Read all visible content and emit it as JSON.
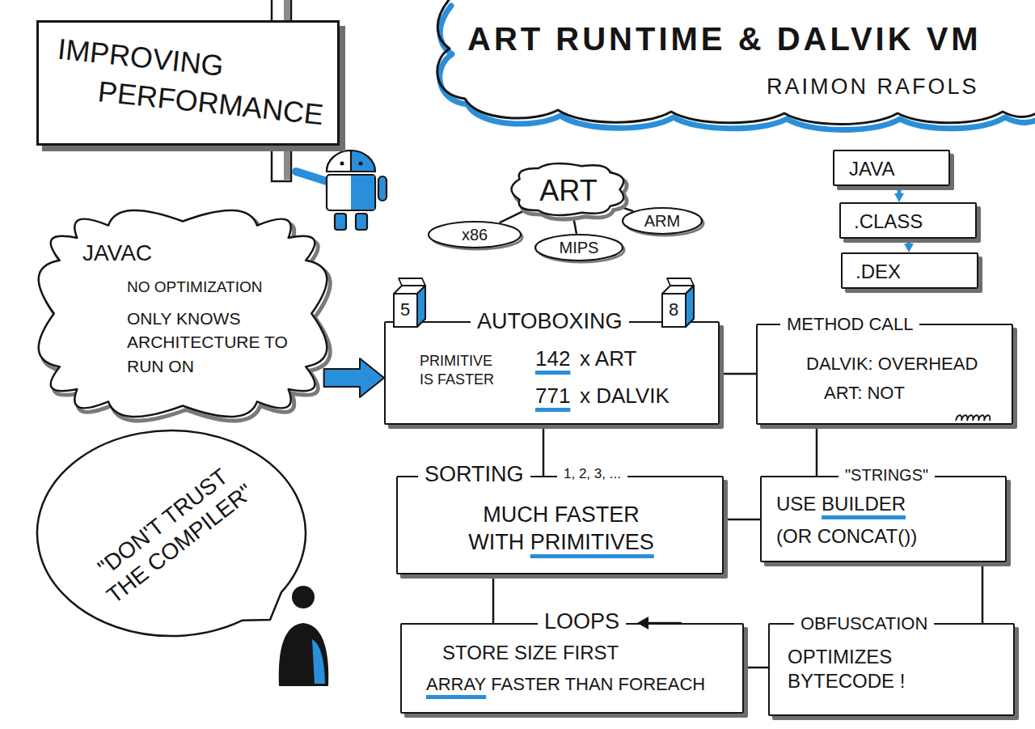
{
  "diagram": {
    "title": "ART RUNTIME & DALVIK VM",
    "nodes": [
      {
        "text": [
          "IMPROVING PERFORMANCE"
        ]
      },
      {
        "text": [
          "ART"
        ]
      },
      {
        "text": [
          "x86"
        ]
      },
      {
        "text": [
          "MIPS"
        ]
      },
      {
        "text": [
          "ARM"
        ]
      },
      {
        "text": [
          "JAVA"
        ]
      },
      {
        "text": [
          ".CLASS"
        ]
      },
      {
        "text": [
          ".DEX"
        ]
      },
      {
        "text": [
          "JAVAC",
          "NO OPTIMIZATION",
          "ONLY KNOWS ARCHITECTURE TO RUN ON"
        ]
      },
      {
        "text": [
          "AUTOBOXING",
          "PRIMITIVE IS FASTER",
          "142",
          "x ART",
          "771",
          "x DALVIK"
        ]
      },
      {
        "text": [
          "5"
        ]
      },
      {
        "text": [
          "8"
        ]
      },
      {
        "text": [
          "METHOD CALL",
          "DALVIK: OVERHEAD",
          "ART: NOT"
        ]
      },
      {
        "text": [
          "SORTING",
          "1, 2, 3, ...",
          "MUCH FASTER WITH",
          "PRIMITIVES"
        ]
      },
      {
        "text": [
          "\"STRINGS\"",
          "USE",
          "BUILDER",
          "(OR CONCAT())"
        ]
      },
      {
        "text": [
          "LOOPS",
          "STORE SIZE FIRST",
          "ARRAY",
          "FASTER THAN FOREACH"
        ]
      },
      {
        "text": [
          "OBFUSCATION",
          "OPTIMIZES BYTECODE !"
        ]
      },
      {
        "text": [
          "\"DON'T TRUST THE COMPILER\""
        ]
      }
    ],
    "edges": [
      {
        "from": 1,
        "to": 2,
        "arrow": "none"
      },
      {
        "from": 1,
        "to": 3,
        "arrow": "none"
      },
      {
        "from": 1,
        "to": 4,
        "arrow": "none"
      },
      {
        "from": 5,
        "to": 6,
        "arrow": "to"
      },
      {
        "from": 6,
        "to": 7,
        "arrow": "to"
      },
      {
        "from": 8,
        "to": 9,
        "arrow": "to"
      },
      {
        "from": 9,
        "to": 12,
        "arrow": "none"
      },
      {
        "from": 9,
        "to": 13,
        "arrow": "none"
      },
      {
        "from": 12,
        "to": 14,
        "arrow": "none"
      },
      {
        "from": 13,
        "to": 14,
        "arrow": "none"
      },
      {
        "from": 13,
        "to": 15,
        "arrow": "none"
      },
      {
        "from": 14,
        "to": 16,
        "arrow": "none"
      },
      {
        "from": 15,
        "to": 16,
        "arrow": "none"
      }
    ],
    "labels": [
      "RAIMON RAFOLS"
    ]
  }
}
